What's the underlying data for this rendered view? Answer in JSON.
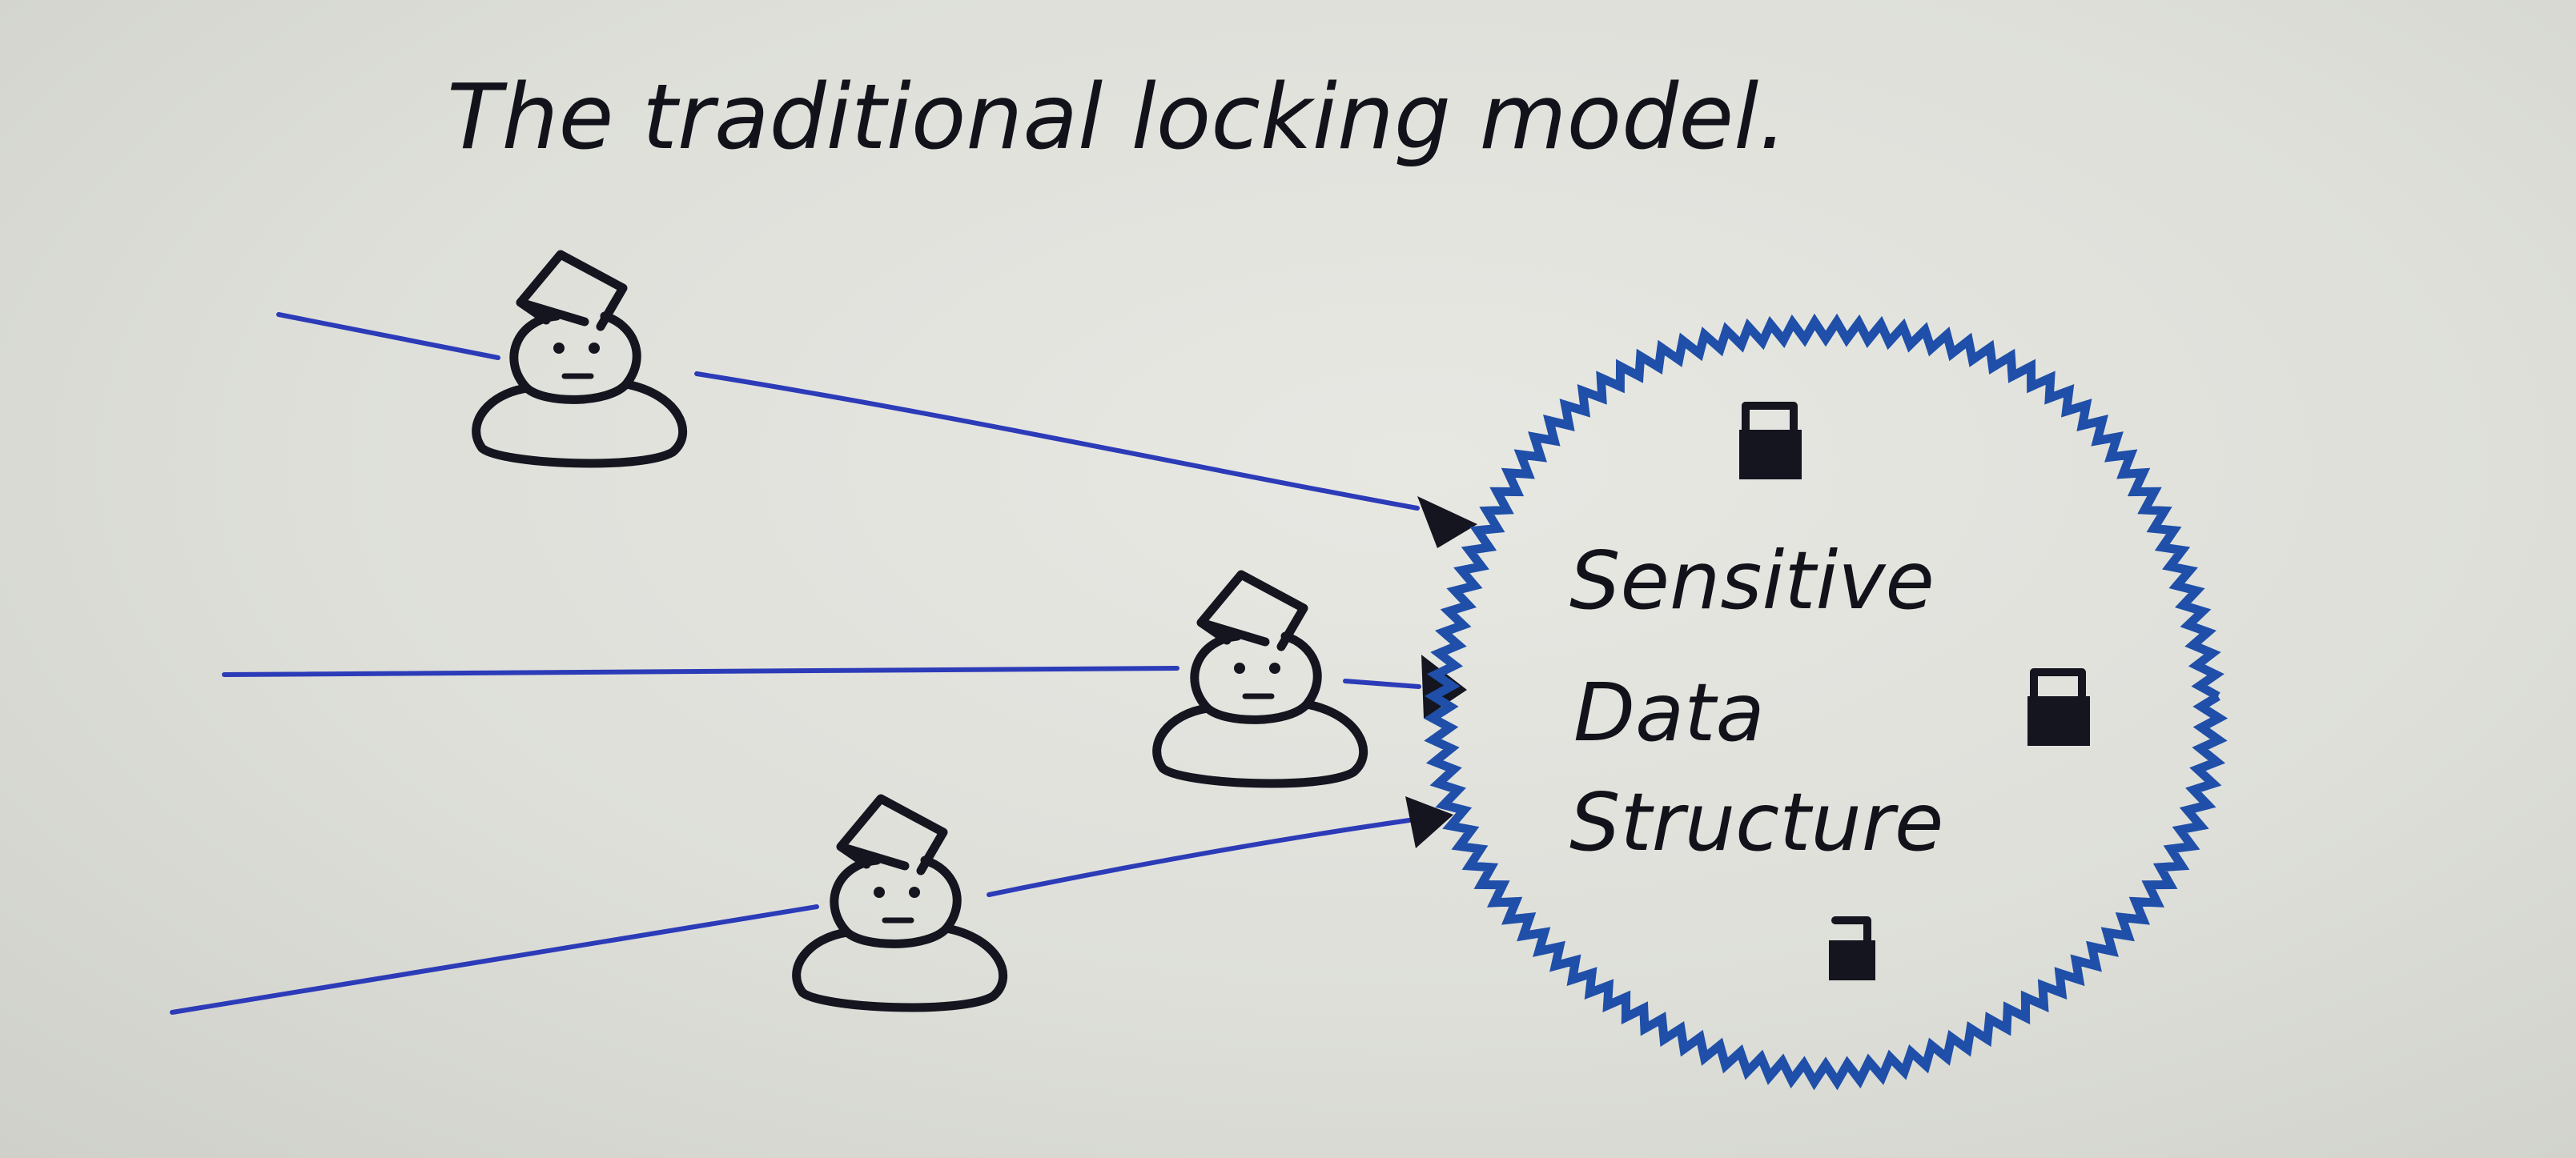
{
  "title": "The traditional locking model.",
  "data_structure": {
    "line1": "Sensitive",
    "line2": "Data",
    "line3": "Structure"
  },
  "colors": {
    "paper": "#dcdcd6",
    "ink": "#14151f",
    "thread_line": "#2c3bb8",
    "boundary": "#1f4fa8"
  },
  "icons": [
    "thread-figure-icon",
    "arrowhead-icon",
    "lock-icon"
  ]
}
